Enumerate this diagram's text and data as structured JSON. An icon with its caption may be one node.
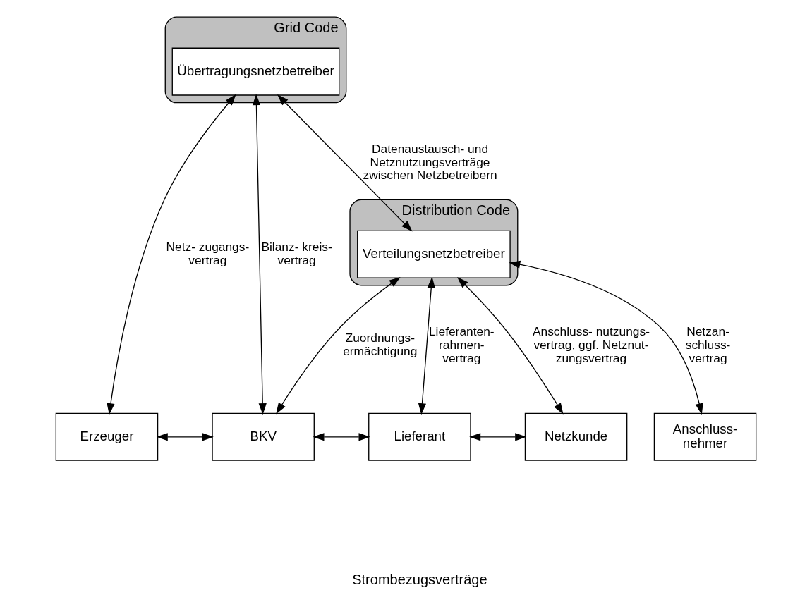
{
  "diagram": {
    "nodes": [
      {
        "text": [
          "Grid Code"
        ]
      },
      {
        "text": [
          "Übertragungsnetzbetreiber"
        ],
        "in": 0
      },
      {
        "text": [
          "Distribution Code"
        ]
      },
      {
        "text": [
          "Verteilungsnetzbetreiber"
        ],
        "in": 2
      },
      {
        "text": [
          "Erzeuger"
        ]
      },
      {
        "text": [
          "BKV"
        ]
      },
      {
        "text": [
          "Lieferant"
        ]
      },
      {
        "text": [
          "Netzkunde"
        ]
      },
      {
        "text": [
          "Anschluss- nehmer"
        ]
      }
    ],
    "edges": [
      {
        "from": 1,
        "to": 3,
        "arrow": "both",
        "label": "Datenaustausch- und Netznutzungsverträge zwischen Netzbetreibern"
      },
      {
        "from": 1,
        "to": 4,
        "arrow": "both",
        "label": "Netz- zugangs- vertrag"
      },
      {
        "from": 1,
        "to": 5,
        "arrow": "both",
        "label": "Bilanz- kreis- vertrag"
      },
      {
        "from": 3,
        "to": 5,
        "arrow": "both",
        "label": "Zuordnungs- ermächtigung"
      },
      {
        "from": 3,
        "to": 6,
        "arrow": "both",
        "label": "Lieferanten- rahmen- vertrag"
      },
      {
        "from": 3,
        "to": 7,
        "arrow": "both",
        "label": "Anschluss- nutzungs- vertrag, ggf. Netznut- zungsvertrag"
      },
      {
        "from": 3,
        "to": 8,
        "arrow": "both",
        "label": "Netzan- schluss- vertrag"
      },
      {
        "from": 4,
        "to": 5,
        "arrow": "both"
      },
      {
        "from": 5,
        "to": 6,
        "arrow": "both"
      },
      {
        "from": 6,
        "to": 7,
        "arrow": "both"
      }
    ],
    "labels": [
      "Strombezugsverträge"
    ]
  }
}
